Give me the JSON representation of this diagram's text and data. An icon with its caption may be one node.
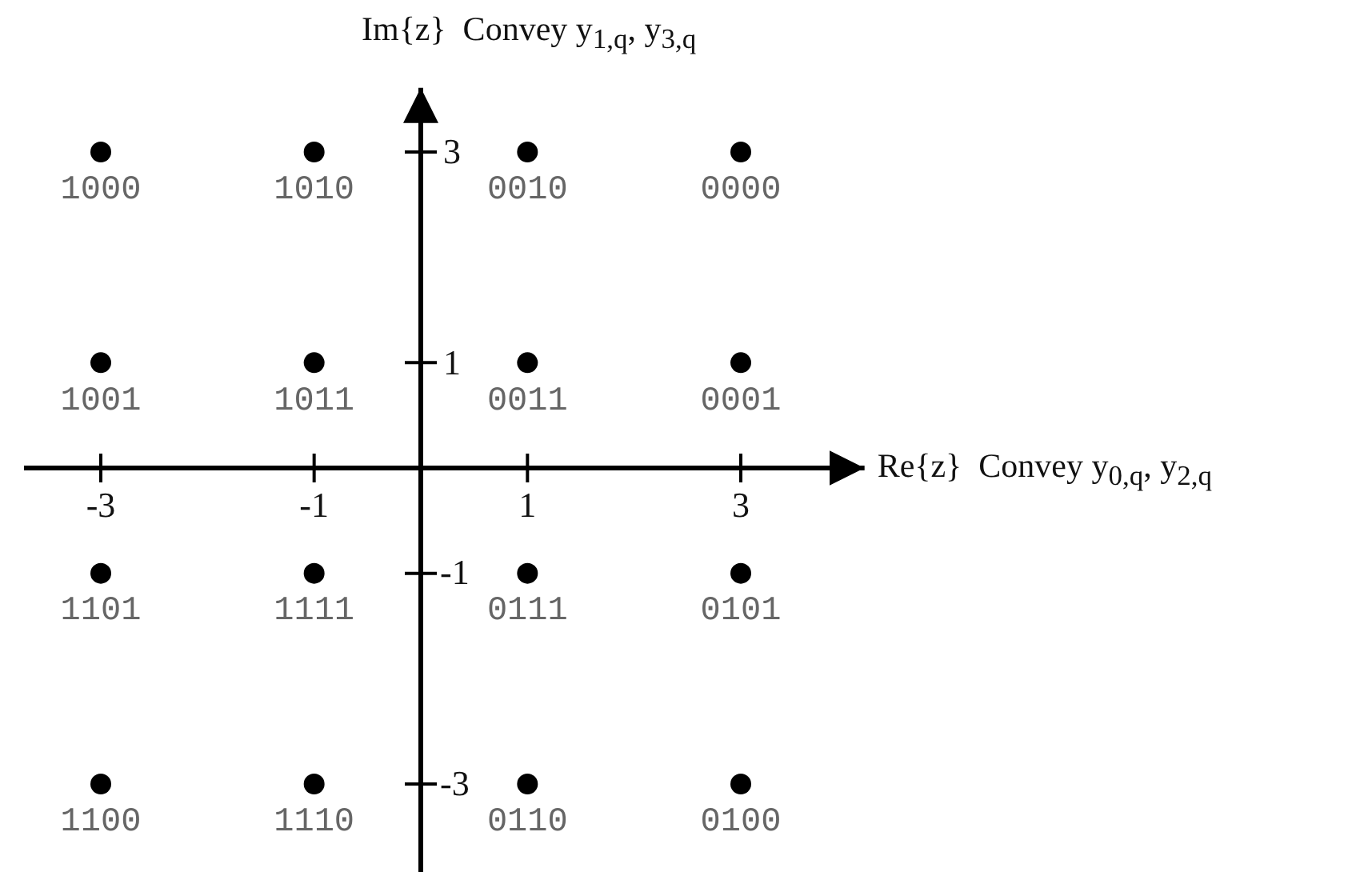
{
  "diagram": {
    "labels": [
      "1000",
      "1010",
      "0010",
      "0000",
      "1001",
      "1011",
      "0011",
      "0001",
      "1101",
      "1111",
      "0111",
      "0101",
      "1100",
      "1110",
      "0110",
      "0100"
    ],
    "chart_data": {
      "type": "scatter",
      "xlabel": "Re{z}  Convey y$_{0,q}$, y$_{2,q}$",
      "ylabel": "Im{z}  Convey y$_{1,q}$, y$_{3,q}$",
      "x": [
        -3,
        -1,
        1,
        3,
        -3,
        -1,
        1,
        3,
        -3,
        -1,
        1,
        3,
        -3,
        -1,
        1,
        3
      ],
      "series": [
        {
          "values": [
            3,
            3,
            3,
            3,
            1,
            1,
            1,
            1,
            -1,
            -1,
            -1,
            -1,
            -3,
            -3,
            -3,
            -3
          ]
        }
      ],
      "xlim": [
        -3.72,
        4.16
      ],
      "ylim": [
        -3.84,
        3.61
      ],
      "xticks": [
        -3,
        -1,
        1,
        3
      ],
      "yticks": [
        -3,
        -1,
        1,
        3
      ]
    }
  }
}
